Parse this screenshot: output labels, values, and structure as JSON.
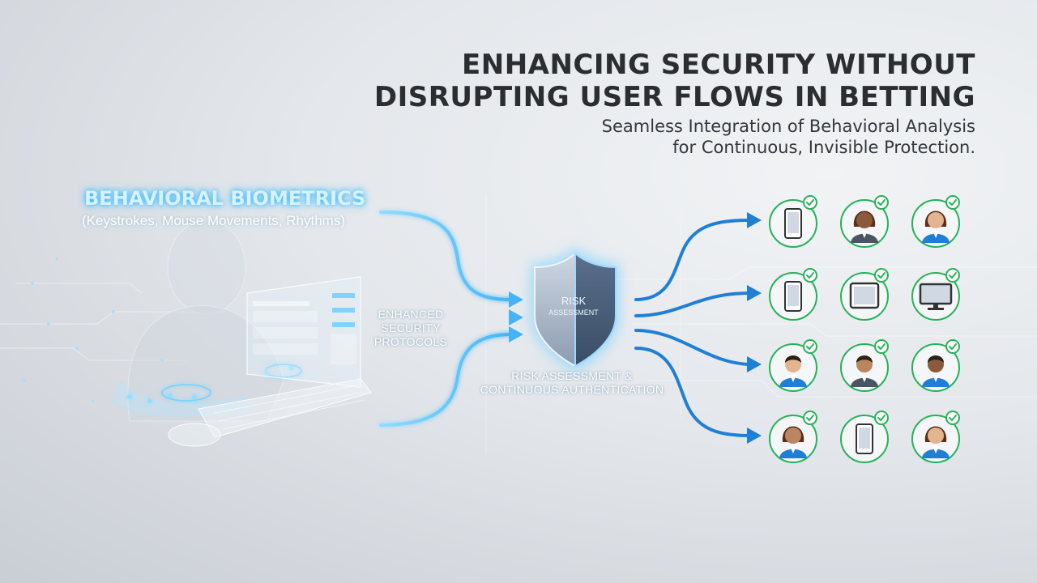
{
  "header": {
    "title_line1": "ENHANCING SECURITY WITHOUT",
    "title_line2": "DISRUPTING USER FLOWS IN BETTING",
    "subtitle_line1": "Seamless Integration of Behavioral Analysis",
    "subtitle_line2": "for Continuous, Invisible Protection."
  },
  "biometrics": {
    "title": "BEHAVIORAL BIOMETRICS",
    "subtitle": "(Keystrokes, Mouse Movements, Rhythms)"
  },
  "protocols": {
    "line1": "ENHANCED",
    "line2": "SECURITY",
    "line3": "PROTOCOLS"
  },
  "shield": {
    "line1": "RISK",
    "line2": "ASSESSMENT"
  },
  "risk_caption": {
    "line1": "RISK ASSESSMENT &",
    "line2": "CONTINUOUS AUTHENTICATION"
  },
  "colors": {
    "flow_blue": "#1f7fd6",
    "glow_blue": "#5cc8ff",
    "check_green": "#26b25a",
    "title_dark": "#2b2d31"
  },
  "user_grid": [
    [
      "smartphone-icon",
      "woman-user-icon",
      "woman-user-icon"
    ],
    [
      "smartphone-icon",
      "tablet-icon",
      "desktop-monitor-icon"
    ],
    [
      "man-user-icon",
      "man-user-icon",
      "man-user-icon"
    ],
    [
      "woman-user-icon",
      "smartphone-icon",
      "woman-user-icon"
    ]
  ]
}
